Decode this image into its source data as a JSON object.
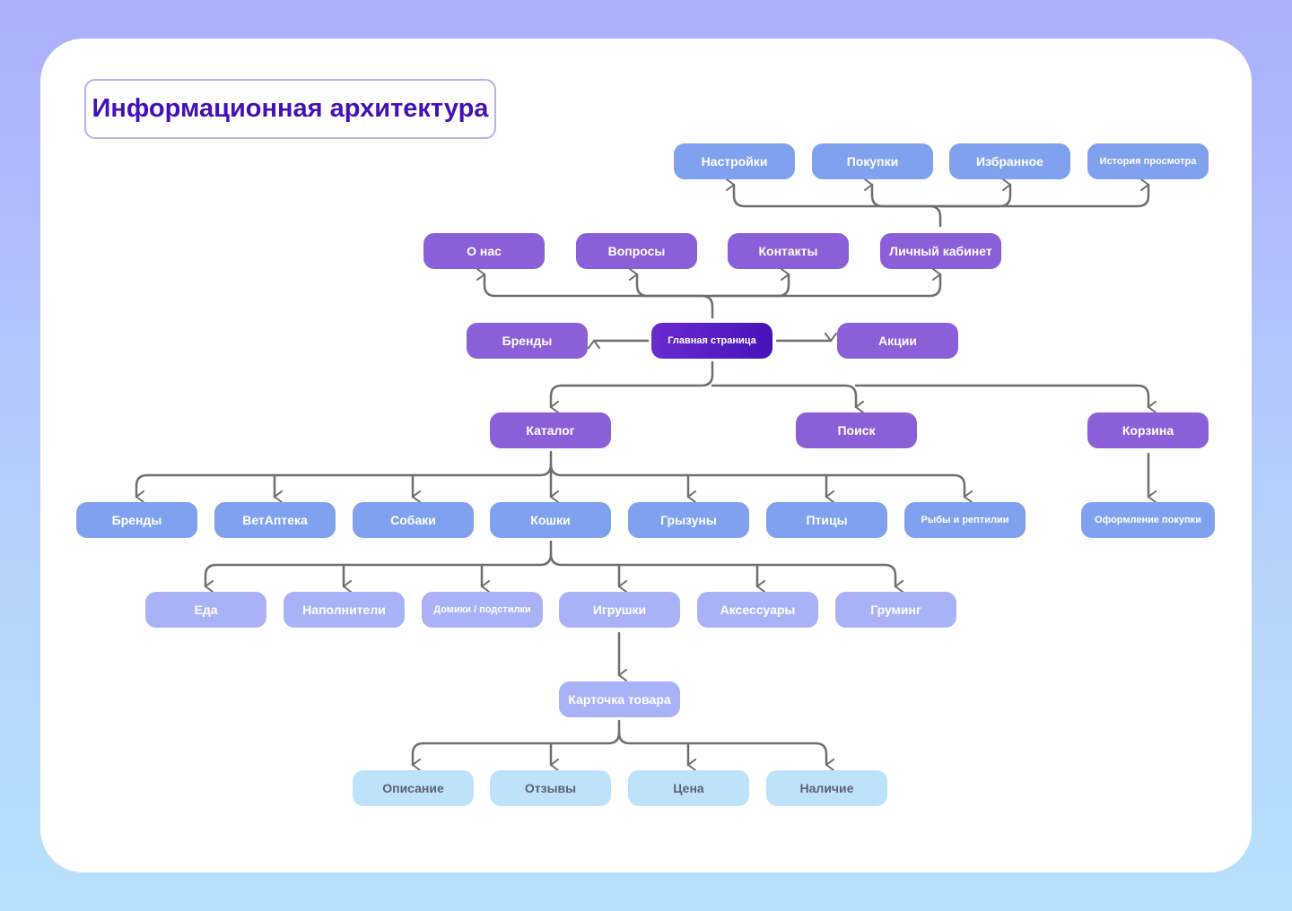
{
  "title": "Информационная архитектура",
  "nodes": {
    "settings": "Настройки",
    "purchases": "Покупки",
    "favorites": "Избранное",
    "history": "История просмотра",
    "about": "О нас",
    "questions": "Вопросы",
    "contacts": "Контакты",
    "account": "Личный кабинет",
    "brands_top": "Бренды",
    "home": "Главная страница",
    "promos": "Акции",
    "catalog": "Каталог",
    "search": "Поиск",
    "cart": "Корзина",
    "brands": "Бренды",
    "vetpharmacy": "ВетАптека",
    "dogs": "Собаки",
    "cats": "Кошки",
    "rodents": "Грызуны",
    "birds": "Птицы",
    "fish_reptiles": "Рыбы и рептилии",
    "checkout": "Оформление покупки",
    "food": "Еда",
    "fillers": "Наполнители",
    "houses": "Домики / подстилки",
    "toys": "Игрушки",
    "accessories": "Аксессуары",
    "grooming": "Груминг",
    "product_card": "Карточка товара",
    "description": "Описание",
    "reviews": "Отзывы",
    "price": "Цена",
    "availability": "Наличие"
  },
  "colors": {
    "level_purple": "#8a5fd8",
    "level_main": "#4612b8",
    "level_blue": "#7fa1ee",
    "level_lavender": "#a9b1f7",
    "level_light": "#bfe2fb",
    "connector": "#6e6e6e"
  }
}
